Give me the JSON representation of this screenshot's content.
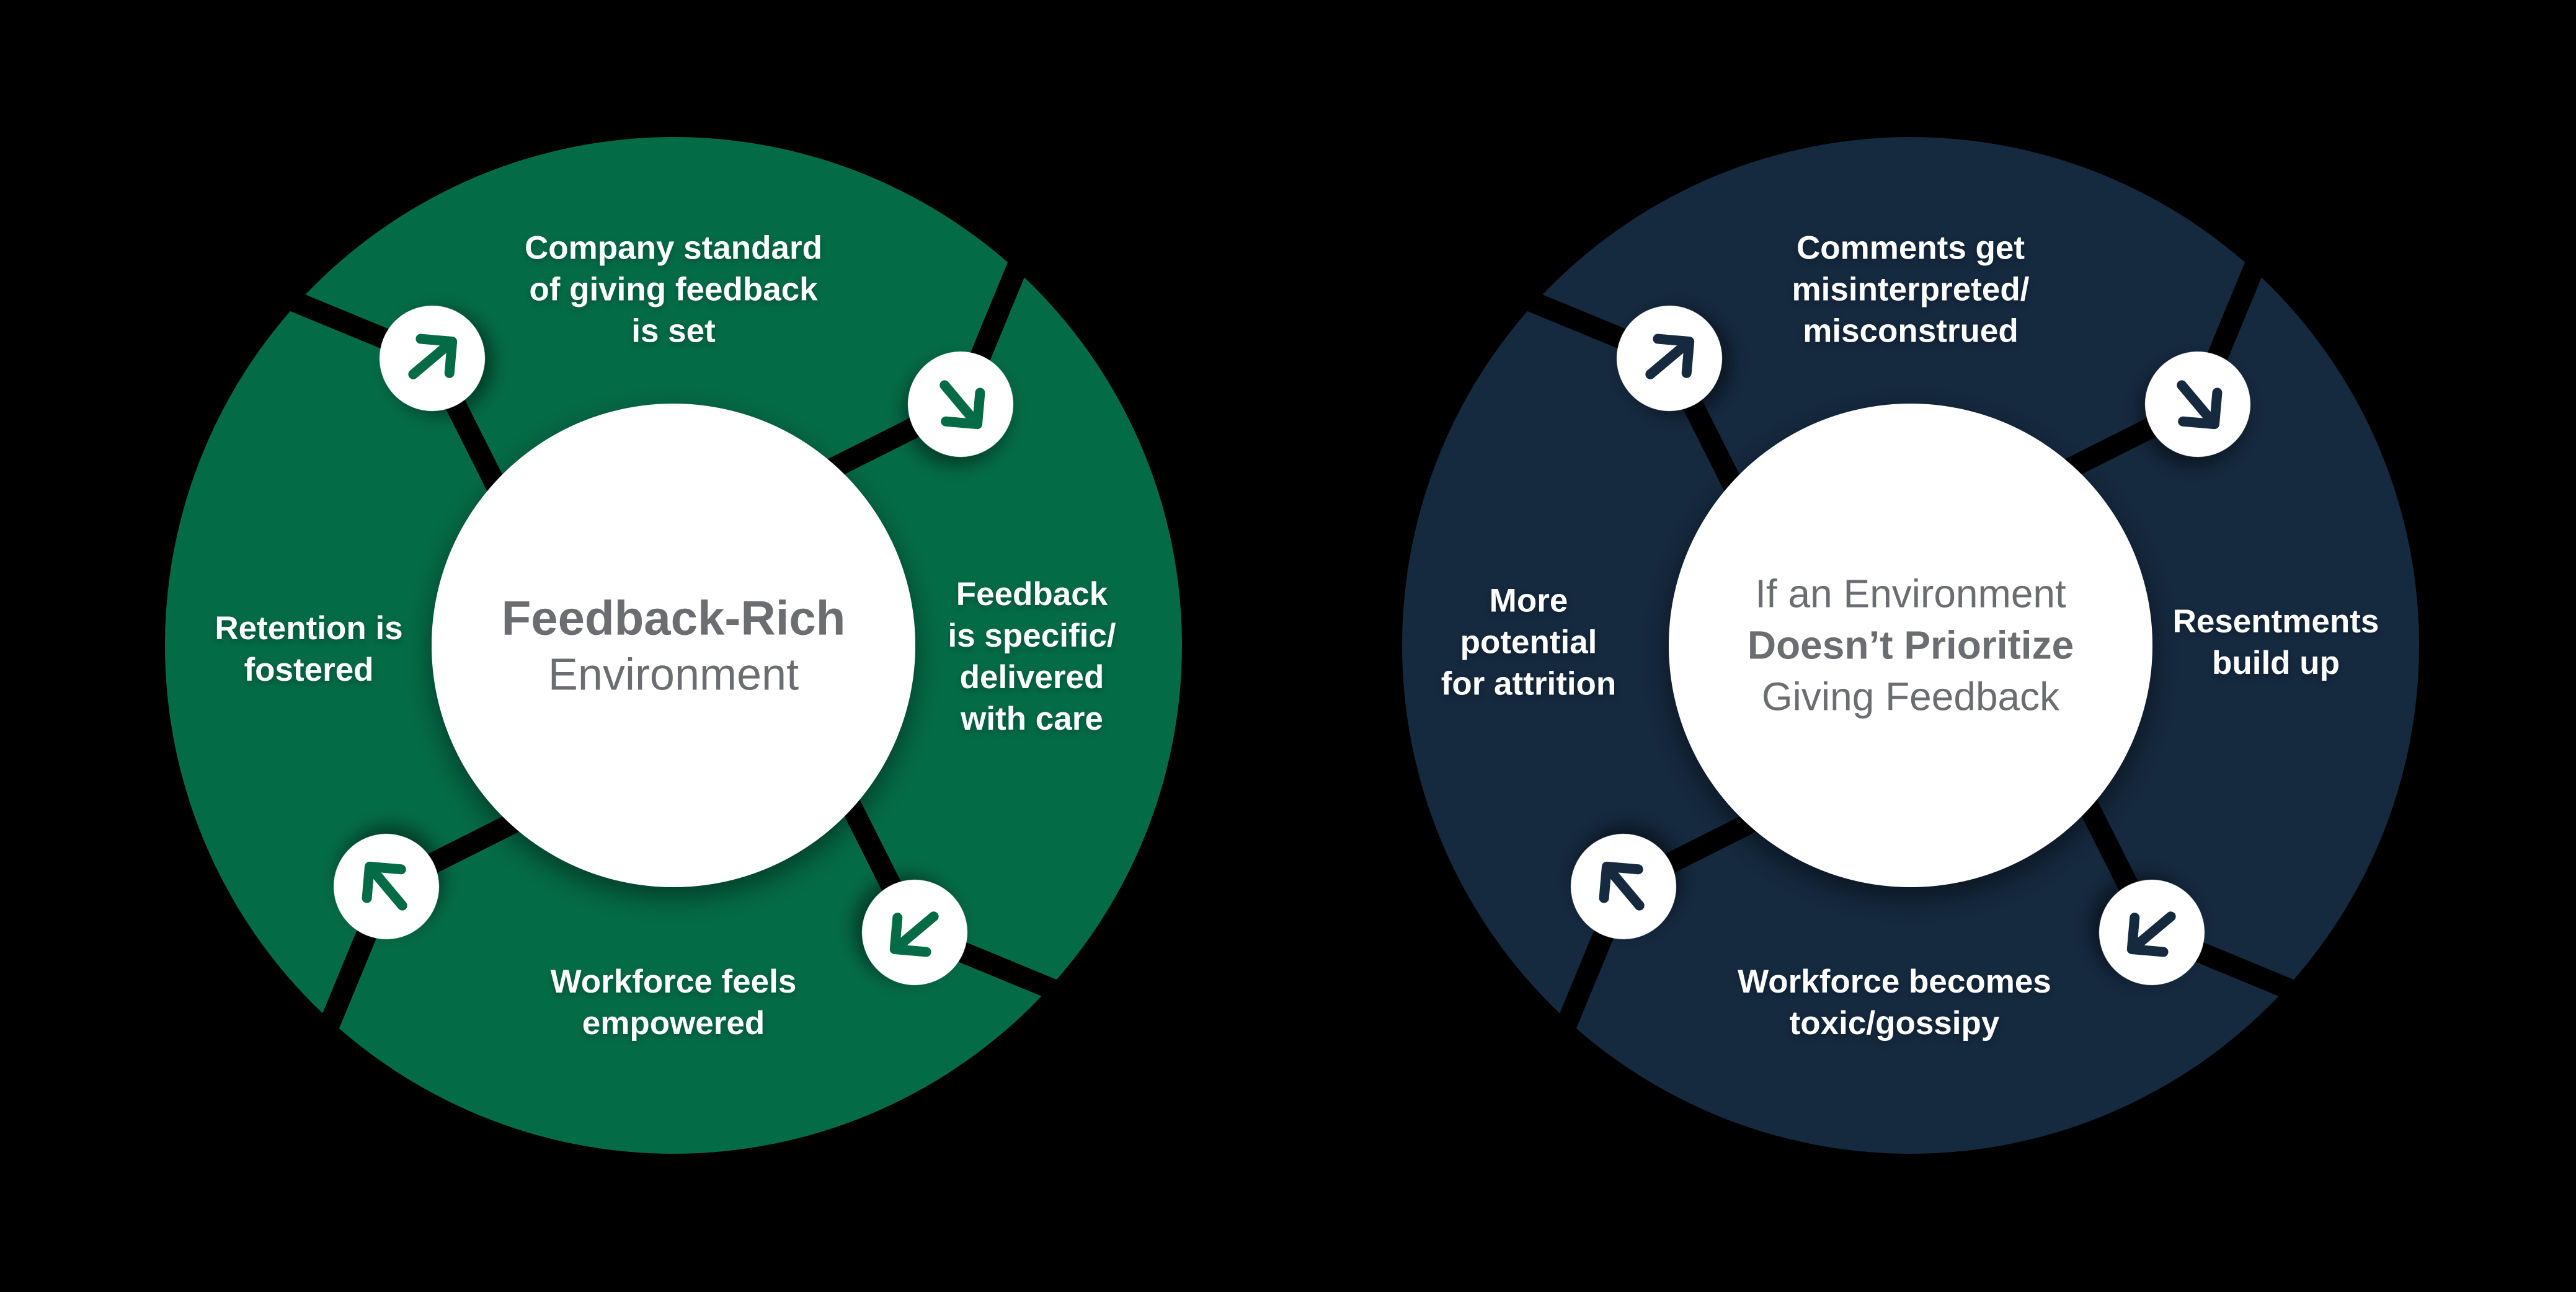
{
  "colors": {
    "positive": "#046B47",
    "negative": "#15293F",
    "center_text": "#6B6D70",
    "label_text": "#FFFFFF",
    "background": "#000000",
    "gap": "#000000",
    "white": "#FFFFFF"
  },
  "positive_cycle": {
    "center": {
      "line1": "Feedback-Rich",
      "line2": "Environment"
    },
    "segments": {
      "top": "Company standard\nof giving feedback\nis set",
      "right": "Feedback\nis specific/\ndelivered\nwith care",
      "bottom": "Workforce feels\nempowered",
      "left": "Retention is\nfostered"
    },
    "arrow_icons": {
      "top_left": "arrow-up-right",
      "top_right": "arrow-down-right",
      "bottom_right": "arrow-down-left",
      "bottom_left": "arrow-up-left"
    }
  },
  "negative_cycle": {
    "center": {
      "line1": "If an Environment",
      "line2": "Doesn’t Prioritize",
      "line3": "Giving Feedback"
    },
    "segments": {
      "top": "Comments get\nmisinterpreted/\nmisconstrued",
      "right": "Resentments\nbuild up",
      "bottom": "Workforce becomes\ntoxic/gossipy",
      "left": "More\npotential\nfor attrition"
    },
    "arrow_icons": {
      "top_left": "arrow-up-right",
      "top_right": "arrow-down-right",
      "bottom_right": "arrow-down-left",
      "bottom_left": "arrow-up-left"
    }
  }
}
